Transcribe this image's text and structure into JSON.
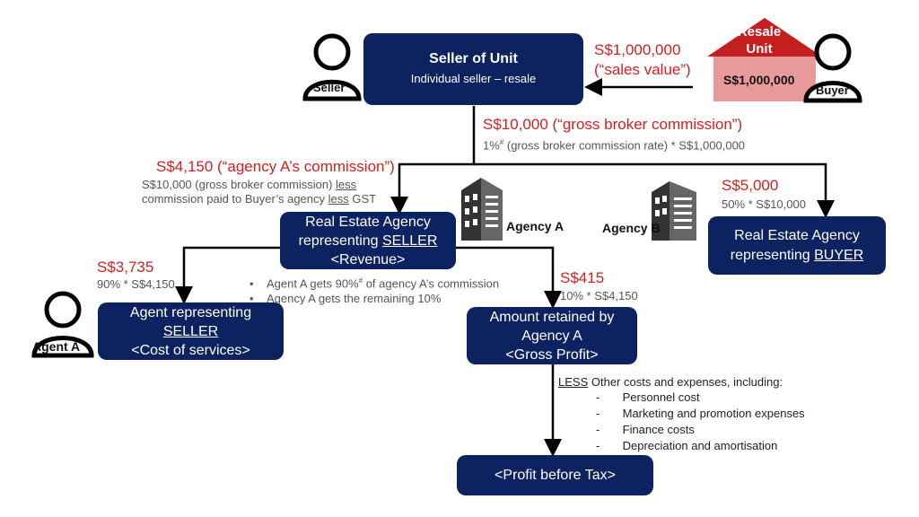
{
  "seller_box": {
    "title": "Seller of Unit",
    "subtitle": "Individual seller – resale"
  },
  "seller_label": "Seller",
  "buyer_label": "Buyer",
  "resale": {
    "roof_line1": "Resale",
    "roof_line2": "Unit",
    "price": "S$1,000,000"
  },
  "sales_value": {
    "amount": "S$1,000,000",
    "label": "(“sales value”)"
  },
  "gross_commission": {
    "amount": "S$10,000 (“gross broker commission”)",
    "formula_pre": "1%",
    "formula_sup": "#",
    "formula_post": " (gross broker commission rate) * S$1,000,000"
  },
  "agency_a_commission": {
    "amount": "S$4,150 (“agency A’s commission”)",
    "line1_pre": "S$10,000 (gross broker commission) ",
    "line1_ul": "less",
    "line2_pre": "commission paid to Buyer’s agency ",
    "line2_ul": "less",
    "line2_post": " GST"
  },
  "buyer_agency_share": {
    "amount": "S$5,000",
    "formula": "50% * S$10,000"
  },
  "agency_a_label": "Agency A",
  "agency_b_label": "Agency B",
  "seller_agency_box": {
    "line1": "Real Estate Agency",
    "line2_pre": "representing ",
    "line2_ul": "SELLER",
    "line3": "<Revenue>"
  },
  "buyer_agency_box": {
    "line1": "Real Estate Agency",
    "line2_pre": "representing ",
    "line2_ul": "BUYER"
  },
  "agent_share": {
    "amount": "S$3,735",
    "formula": "90% * S$4,150"
  },
  "split_notes": {
    "note1_pre": "Agent A gets 90%",
    "note1_sup": "#",
    "note1_post": " of agency A’s commission",
    "note2": "Agency A gets the remaining 10%"
  },
  "retained_share": {
    "amount": "S$415",
    "formula": "10% * S$4,150"
  },
  "agent_box": {
    "line1": "Agent representing",
    "line2": "SELLER",
    "line3": "<Cost of services>"
  },
  "agent_label": "Agent A",
  "retained_box": {
    "line1": "Amount retained by",
    "line2": "Agency A",
    "line3": "<Gross Profit>"
  },
  "less_costs": {
    "less": "LESS",
    "title": " Other costs and expenses, including:",
    "items": [
      "Personnel cost",
      "Marketing and promotion expenses",
      "Finance costs",
      "Depreciation and amortisation"
    ]
  },
  "profit_box": {
    "label": "<Profit before Tax>"
  },
  "colors": {
    "navy": "#0d2260",
    "red": "#d42020",
    "roof": "#c41e1e",
    "wall": "#e89a9a"
  }
}
